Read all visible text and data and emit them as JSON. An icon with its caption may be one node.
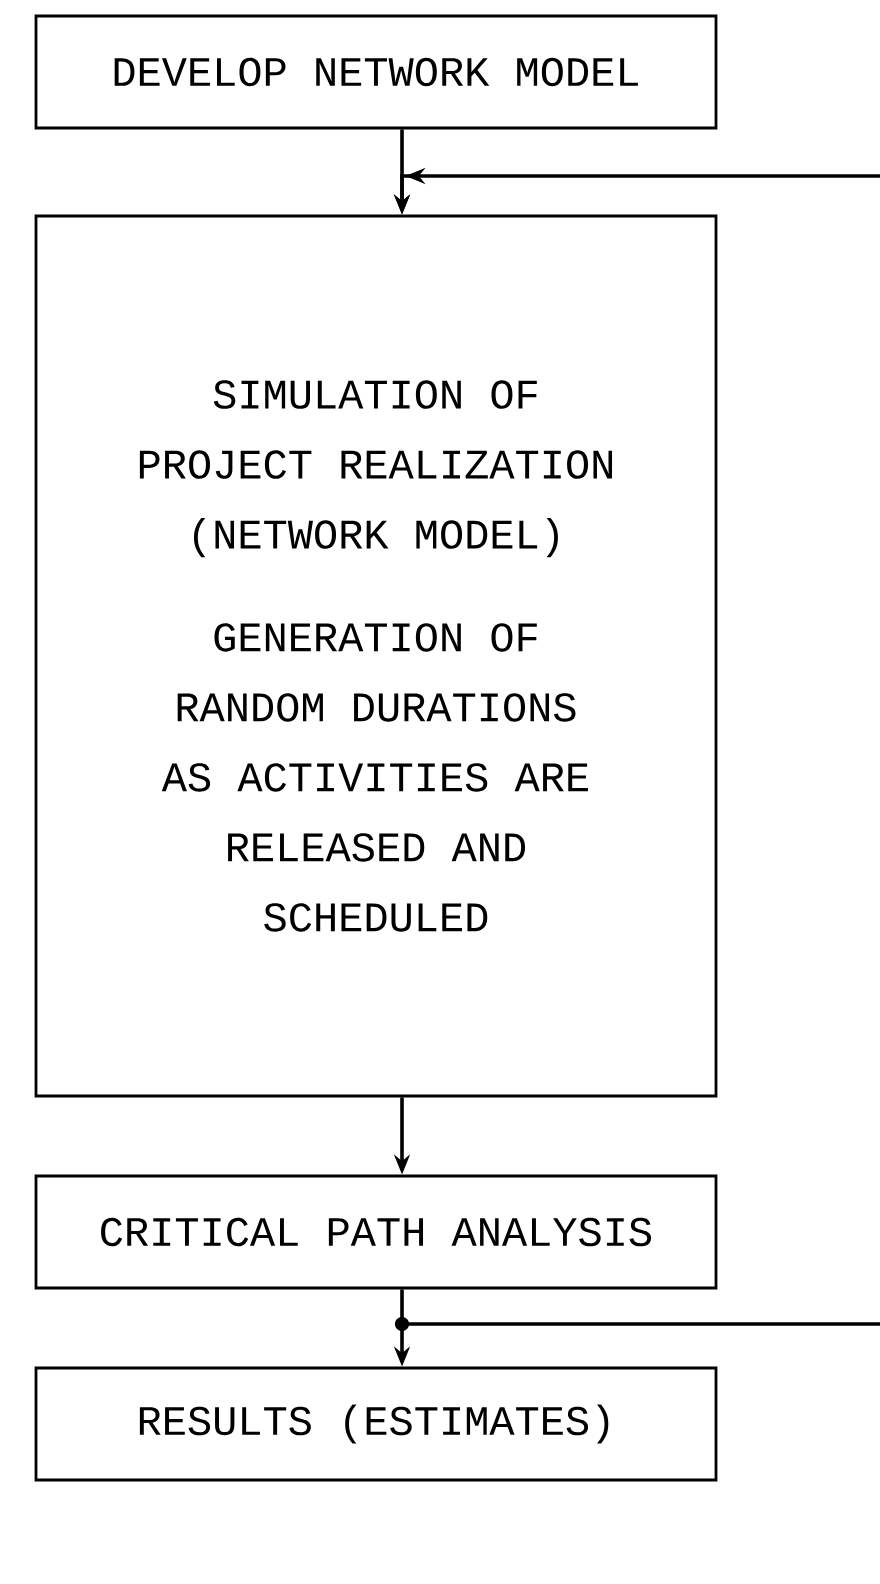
{
  "diagram": {
    "nodes": [
      {
        "text": [
          "DEVELOP NETWORK MODEL"
        ]
      },
      {
        "text": [
          "SIMULATION OF PROJECT REALIZATION (NETWORK MODEL)",
          "GENERATION OF RANDOM DURATIONS AS ACTIVITIES ARE RELEASED AND SCHEDULED"
        ]
      },
      {
        "text": [
          "CRITICAL PATH ANALYSIS"
        ]
      },
      {
        "text": [
          "RESULTS (ESTIMATES)"
        ]
      }
    ],
    "edges": [
      {
        "from": 0,
        "to": 1,
        "arrow": "to"
      },
      {
        "from": null,
        "to": 1,
        "arrow": "to"
      },
      {
        "from": 1,
        "to": 2,
        "arrow": "to"
      },
      {
        "from": 2,
        "to": 3,
        "arrow": "to"
      },
      {
        "from": 2,
        "to": null,
        "arrow": "other"
      }
    ]
  }
}
